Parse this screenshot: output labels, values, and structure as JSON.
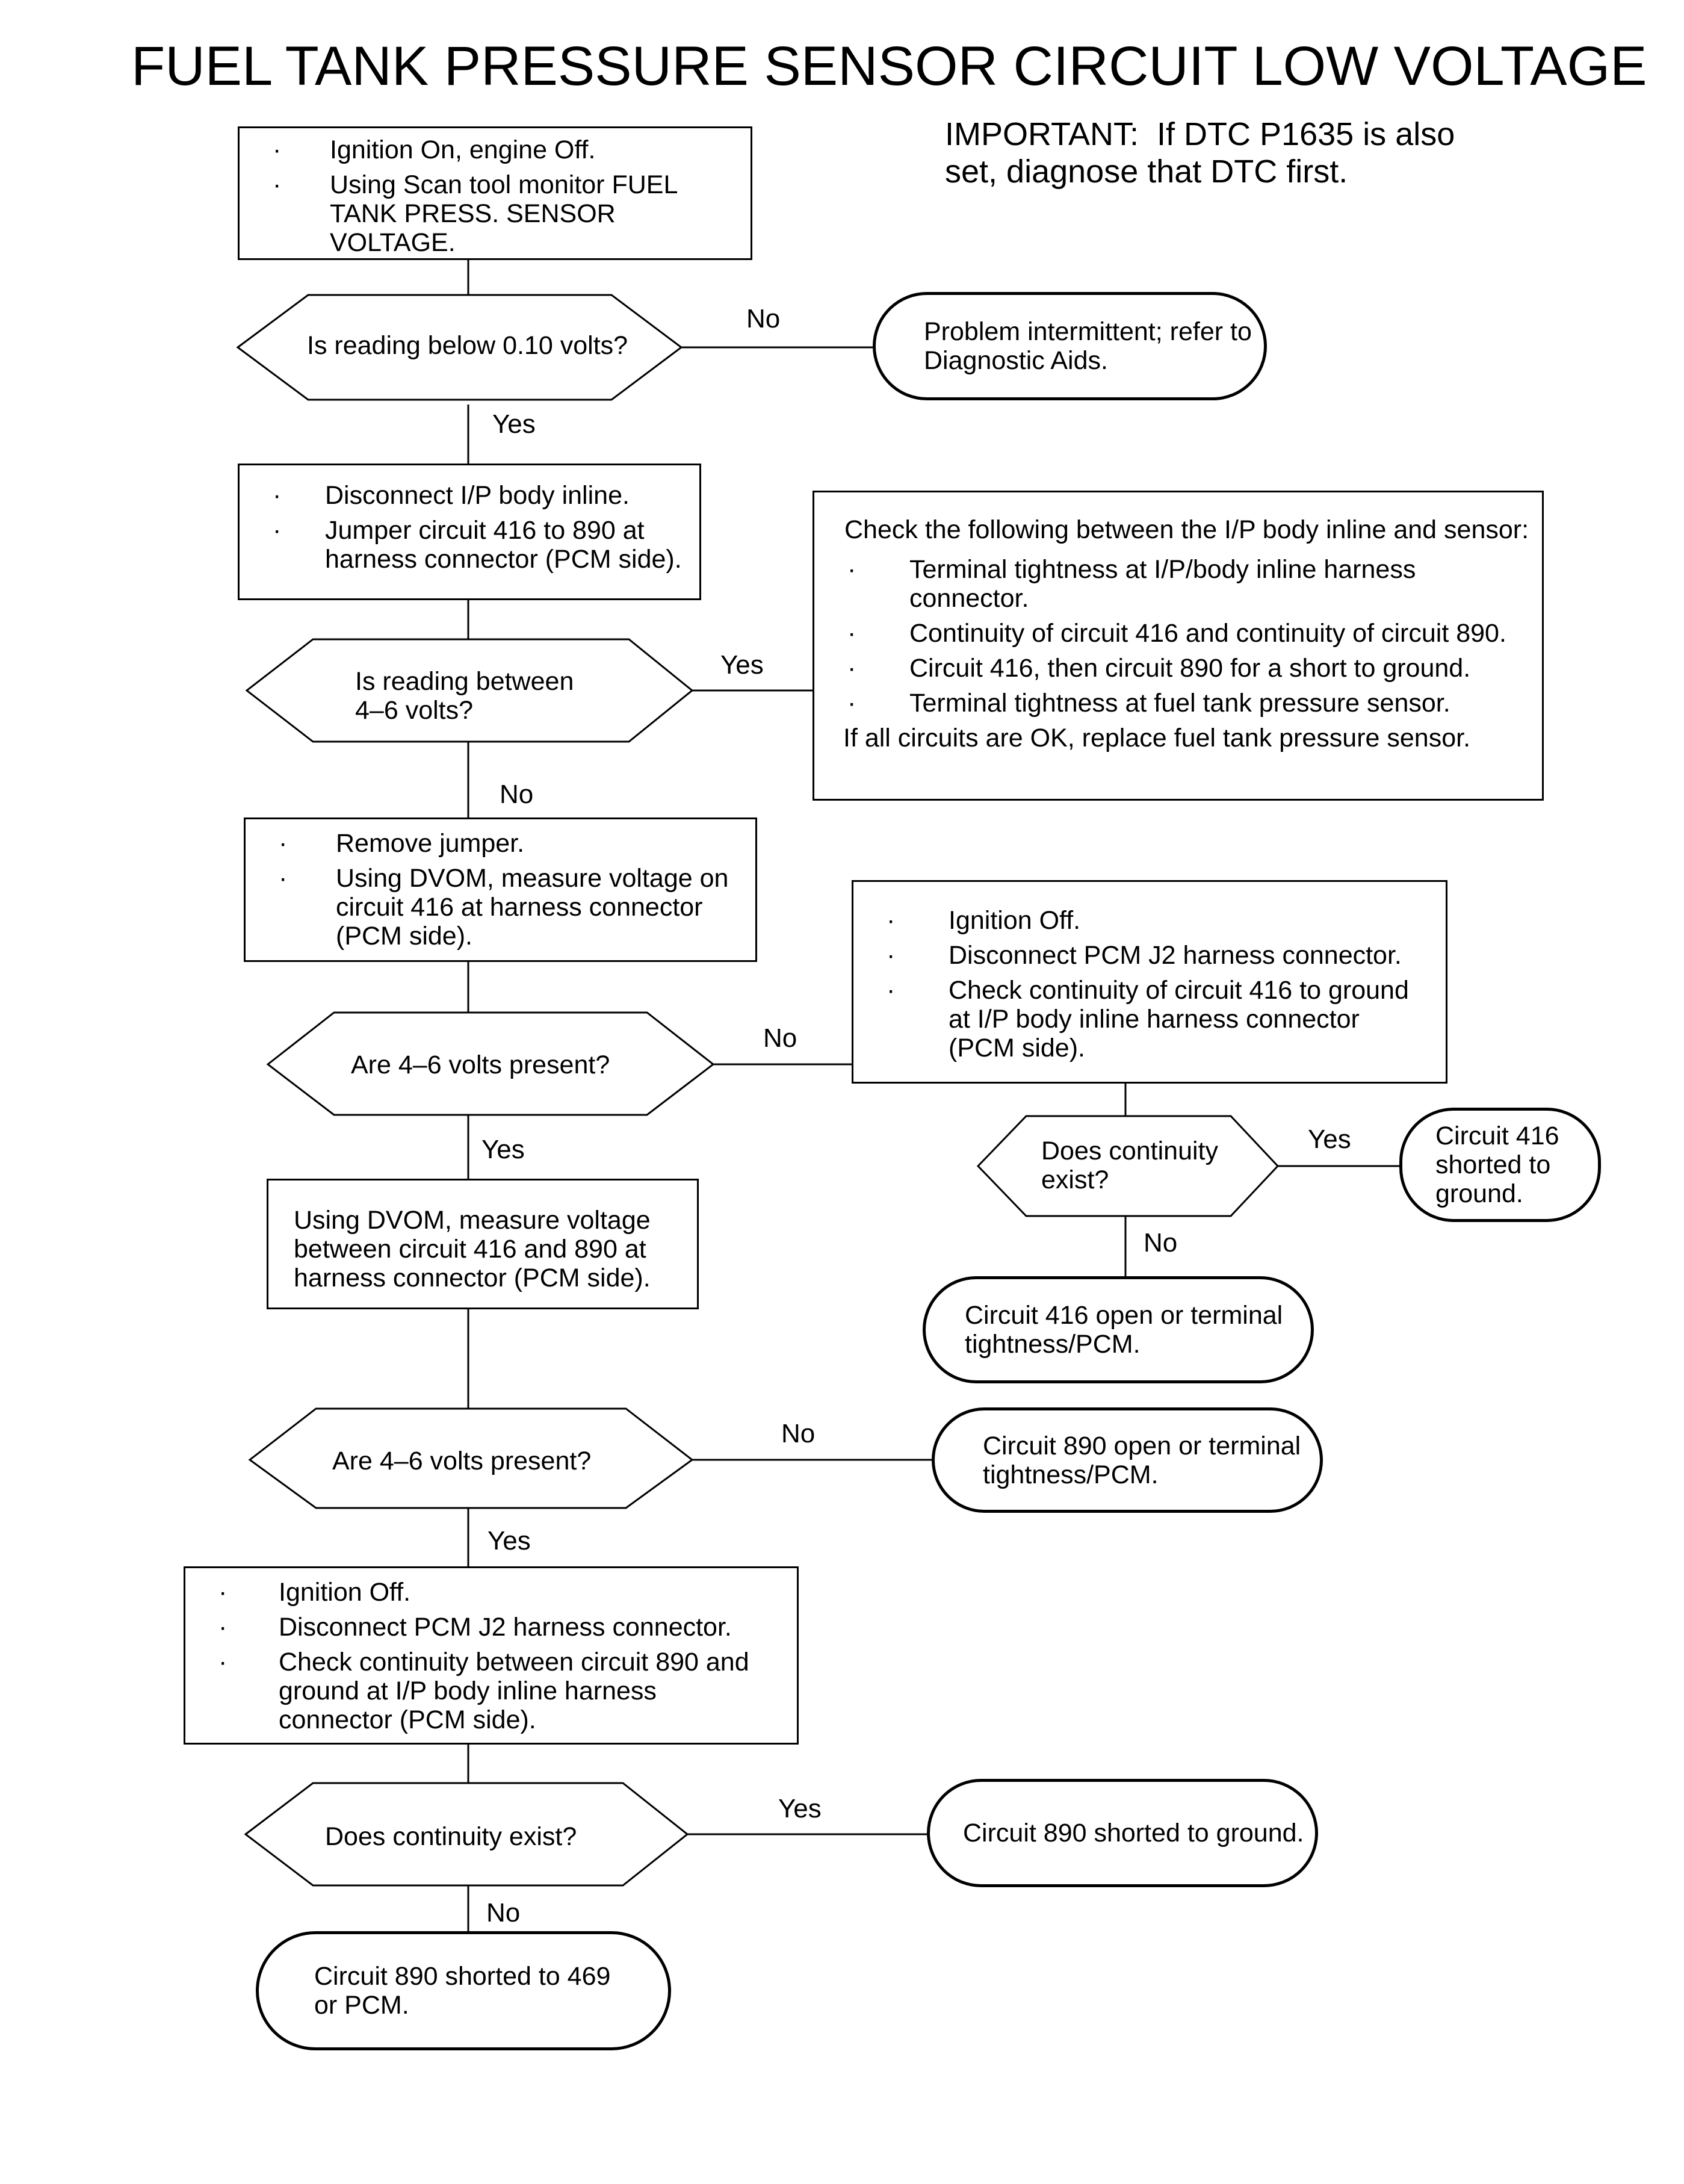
{
  "title": "FUEL TANK PRESSURE SENSOR CIRCUIT LOW VOLTAGE",
  "important": {
    "label": "IMPORTANT:",
    "text1": "If DTC P1635 is also",
    "text2": "set, diagnose that DTC first."
  },
  "step1": {
    "items": [
      "Ignition On, engine Off.",
      "Using Scan tool monitor FUEL TANK PRESS. SENSOR VOLTAGE."
    ]
  },
  "q1": {
    "text": "Is reading below 0.10 volts?",
    "no": "No",
    "yes": "Yes"
  },
  "r1": {
    "text": "Problem intermittent; refer to Diagnostic Aids."
  },
  "step2": {
    "items": [
      "Disconnect I/P body inline.",
      "Jumper circuit 416 to 890 at harness connector (PCM side)."
    ]
  },
  "check": {
    "heading": "Check the following between the I/P body inline and sensor:",
    "items": [
      "Terminal tightness at I/P/body inline harness connector.",
      "Continuity of circuit 416 and continuity of circuit 890.",
      "Circuit 416, then circuit 890 for a short to ground.",
      "Terminal tightness at fuel tank pressure sensor."
    ],
    "footer": "If all circuits are OK, replace fuel tank pressure sensor."
  },
  "q2": {
    "text": "Is reading between 4–6 volts?",
    "yes": "Yes",
    "no": "No"
  },
  "step3": {
    "items": [
      "Remove jumper.",
      "Using DVOM, measure voltage on circuit 416 at harness connector (PCM side)."
    ]
  },
  "step4": {
    "items": [
      "Ignition Off.",
      "Disconnect PCM J2 harness connector.",
      "Check continuity of circuit 416 to ground at I/P body inline harness connector (PCM side)."
    ]
  },
  "q3": {
    "text": "Are 4–6 volts present?",
    "no": "No",
    "yes": "Yes"
  },
  "q4": {
    "text": "Does continuity exist?",
    "yes": "Yes",
    "no": "No"
  },
  "r4yes": {
    "text": "Circuit 416 shorted to ground."
  },
  "r4no": {
    "text": "Circuit 416 open or terminal tightness/PCM."
  },
  "step5": {
    "text": "Using DVOM, measure voltage between circuit 416 and 890 at harness connector (PCM side)."
  },
  "q5": {
    "text": "Are 4–6 volts present?",
    "no": "No",
    "yes": "Yes"
  },
  "r5": {
    "text": "Circuit 890 open or terminal tightness/PCM."
  },
  "step6": {
    "items": [
      "Ignition Off.",
      "Disconnect PCM J2 harness connector.",
      "Check continuity between circuit 890 and ground at I/P body inline harness connector (PCM side)."
    ]
  },
  "q6": {
    "text": "Does continuity exist?",
    "yes": "Yes",
    "no": "No"
  },
  "r6yes": {
    "text": "Circuit 890 shorted to ground."
  },
  "r6no": {
    "text": "Circuit 890 shorted to 469 or PCM."
  }
}
